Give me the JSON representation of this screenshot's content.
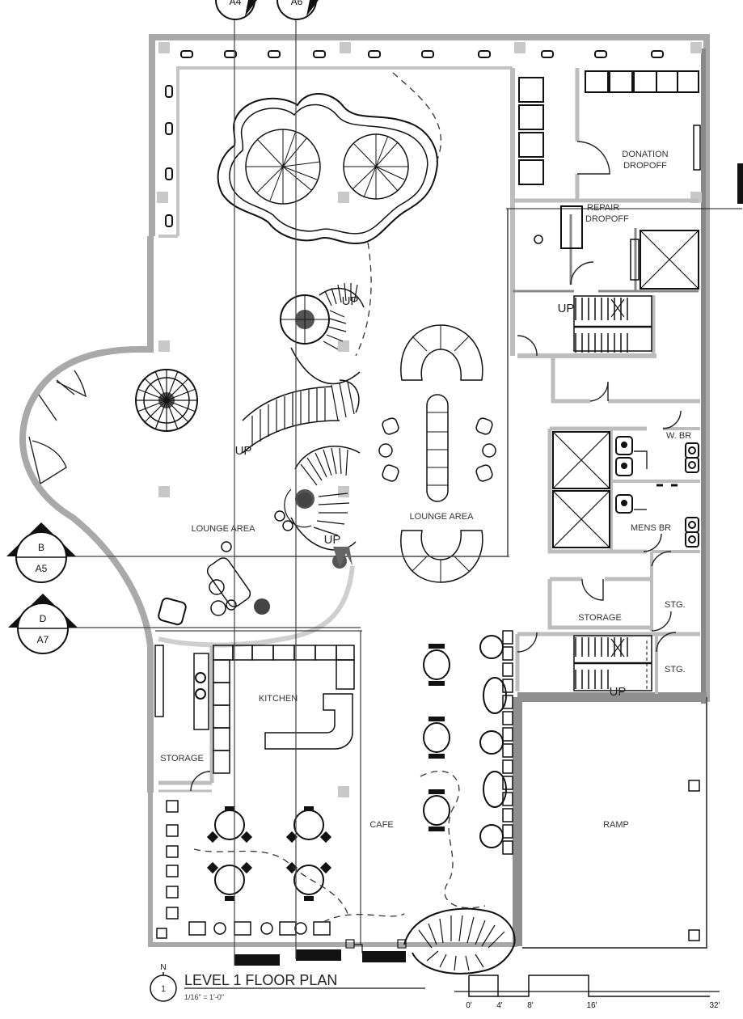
{
  "rooms": {
    "donation_line1": "DONATION",
    "donation_line2": "DROPOFF",
    "repair_line1": "REPAIR",
    "repair_line2": "DROPOFF",
    "womens_br": "W. BR",
    "mens_br": "MENS BR",
    "storage_east": "STORAGE",
    "stg_1": "STG.",
    "stg_2": "STG.",
    "lounge_west": "LOUNGE AREA",
    "lounge_east": "LOUNGE AREA",
    "kitchen": "KITCHEN",
    "storage_west": "STORAGE",
    "cafe": "CAFE",
    "ramp": "RAMP"
  },
  "stairs": {
    "up_1": "UP",
    "up_2": "UP",
    "up_3": "UP",
    "up_4": "UP",
    "up_5": "UP"
  },
  "section_markers": [
    {
      "top": "A4"
    },
    {
      "top": "A6"
    }
  ],
  "callouts": [
    {
      "letter": "B",
      "sheet": "A5"
    },
    {
      "letter": "D",
      "sheet": "A7"
    }
  ],
  "title_block": {
    "north": "N",
    "drawing_number": "1",
    "title": "LEVEL 1 FLOOR PLAN",
    "scale": "1/16\" = 1'-0\""
  },
  "scale_bar": [
    "0'",
    "4'",
    "8'",
    "16'",
    "32'"
  ]
}
